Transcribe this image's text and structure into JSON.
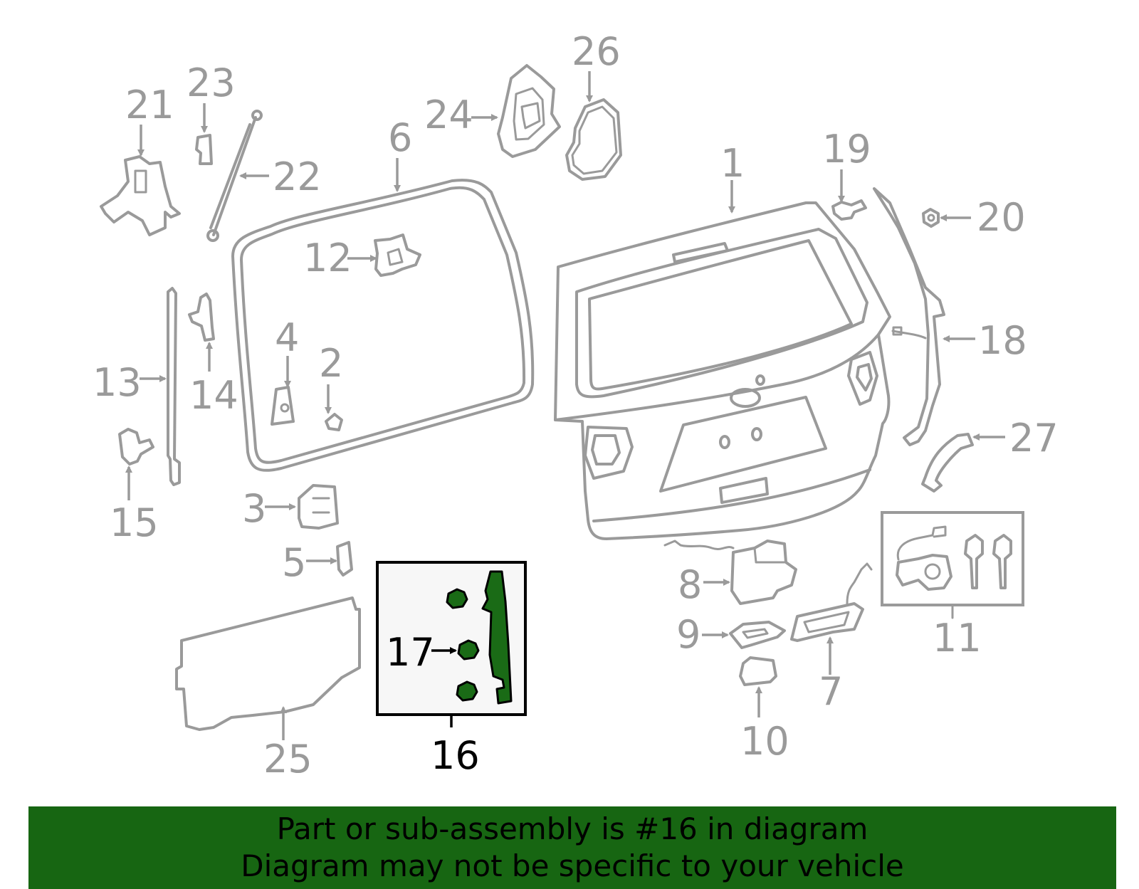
{
  "highlight_color": "#1a6b16",
  "banner_color": "#176612",
  "labels": {
    "p1": "1",
    "p2": "2",
    "p3": "3",
    "p4": "4",
    "p5": "5",
    "p6": "6",
    "p7": "7",
    "p8": "8",
    "p9": "9",
    "p10": "10",
    "p11": "11",
    "p12": "12",
    "p13": "13",
    "p14": "14",
    "p15": "15",
    "p16": "16",
    "p17": "17",
    "p18": "18",
    "p19": "19",
    "p20": "20",
    "p21": "21",
    "p22": "22",
    "p23": "23",
    "p24": "24",
    "p25": "25",
    "p26": "26",
    "p27": "27"
  },
  "banner": {
    "line1": "Part or sub-assembly is #16 in diagram",
    "line2": "Diagram may not be specific to your vehicle"
  }
}
